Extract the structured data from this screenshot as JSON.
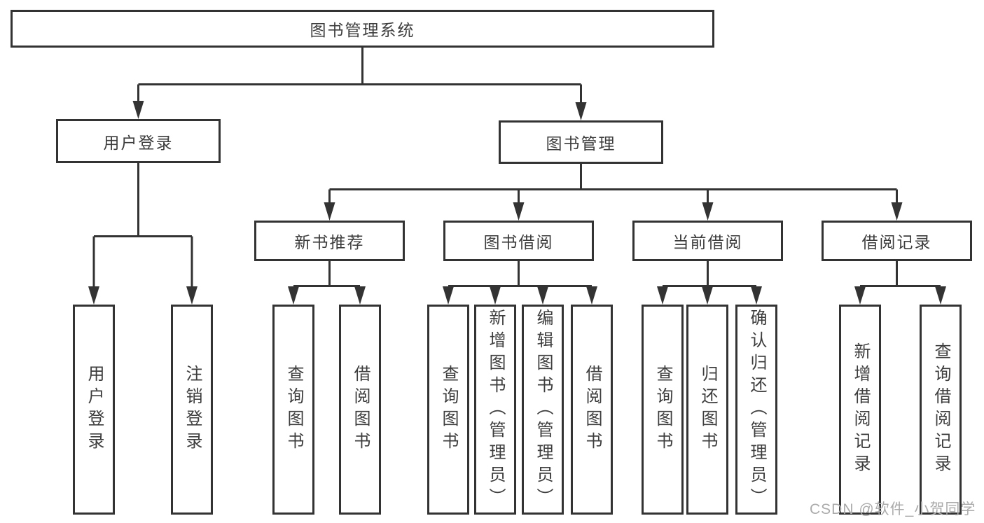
{
  "colors": {
    "line": "#333333",
    "text": "#3d3d3d",
    "watermark": "#ababab",
    "bg": "#ffffff"
  },
  "tree": {
    "label": "图书管理系统",
    "children": [
      {
        "label": "用户登录",
        "children": [
          {
            "label": "用户登录"
          },
          {
            "label": "注销登录"
          }
        ]
      },
      {
        "label": "图书管理",
        "children": [
          {
            "label": "新书推荐",
            "children": [
              {
                "label": "查询图书"
              },
              {
                "label": "借阅图书"
              }
            ]
          },
          {
            "label": "图书借阅",
            "children": [
              {
                "label": "查询图书"
              },
              {
                "label": "新增图书（管理员）"
              },
              {
                "label": "编辑图书（管理员）"
              },
              {
                "label": "借阅图书"
              }
            ]
          },
          {
            "label": "当前借阅",
            "children": [
              {
                "label": "查询图书"
              },
              {
                "label": "归还图书"
              },
              {
                "label": "确认归还（管理员）"
              }
            ]
          },
          {
            "label": "借阅记录",
            "children": [
              {
                "label": "新增借阅记录"
              },
              {
                "label": "查询借阅记录"
              }
            ]
          }
        ]
      }
    ]
  },
  "watermark": {
    "text": "CSDN @软件_小贺同学"
  }
}
